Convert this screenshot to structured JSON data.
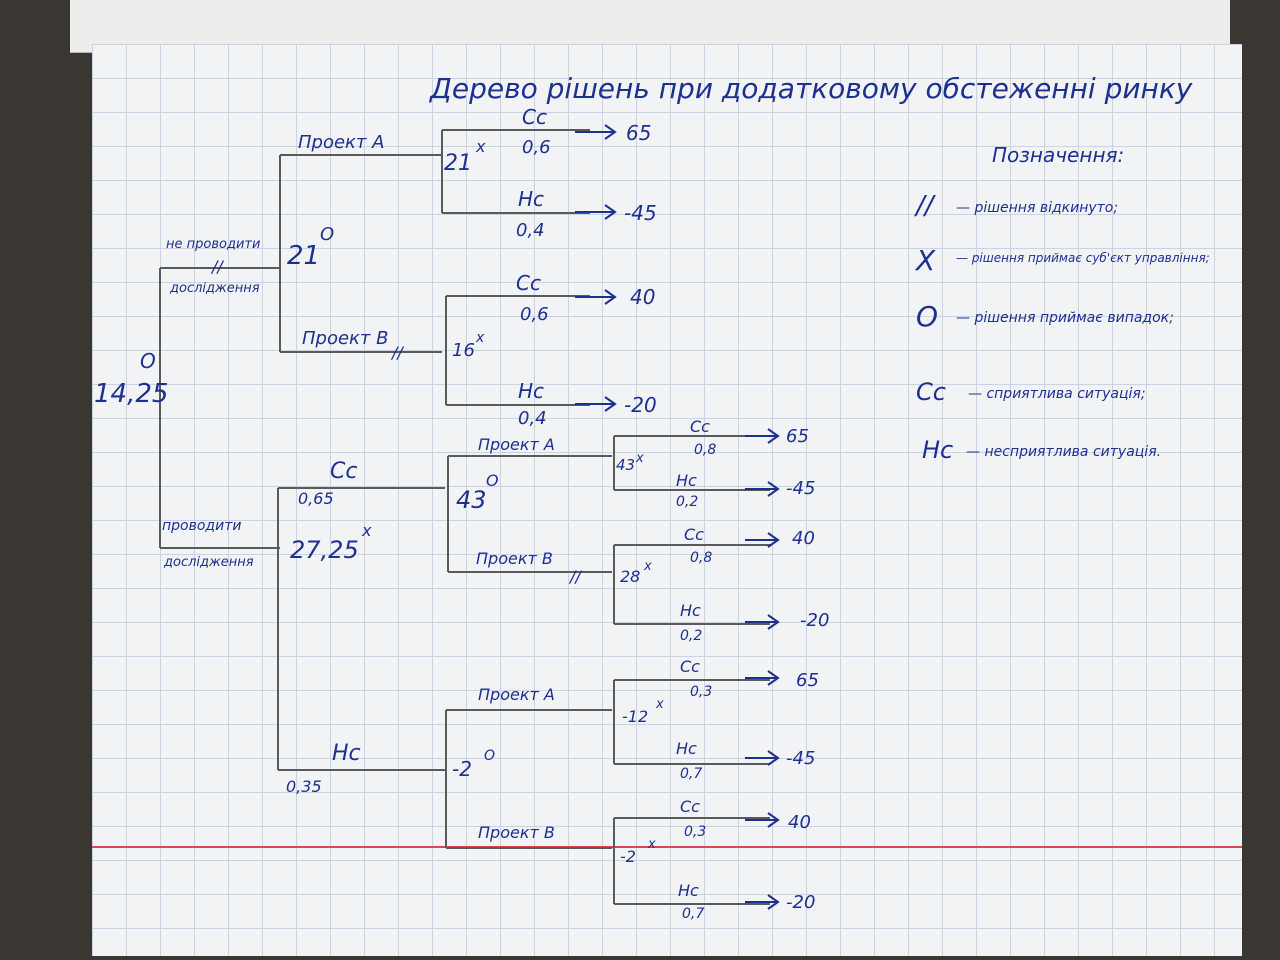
{
  "title": "Дерево рішень при додатковому обстеженні ринку",
  "legend": {
    "heading": "Позначення:",
    "items": [
      {
        "symbol": "//",
        "text": "— рішення відкинуто;"
      },
      {
        "symbol": "X",
        "text": "— рішення приймає суб'єкт управління;"
      },
      {
        "symbol": "O",
        "text": "— рішення приймає випадок;"
      },
      {
        "symbol": "Сс",
        "text": "— сприятлива ситуація;"
      },
      {
        "symbol": "Нс",
        "text": "— несприятлива ситуація."
      }
    ]
  },
  "tree": {
    "root_value": "14,25",
    "root_mark": "O",
    "no_research": {
      "label_top": "не проводити",
      "cut_mark": "//",
      "label_bottom": "дослідження",
      "node_value": "21",
      "node_mark": "O",
      "project_a": {
        "label": "Проект А",
        "node": "21",
        "mark": "x",
        "outcomes": [
          {
            "label": "Сс",
            "prob": "0,6",
            "value": "65"
          },
          {
            "label": "Нс",
            "prob": "0,4",
            "value": "-45"
          }
        ]
      },
      "project_b": {
        "label": "Проект В",
        "cut_mark": "//",
        "node": "16",
        "mark": "x",
        "outcomes": [
          {
            "label": "Сс",
            "prob": "0,6",
            "value": "40"
          },
          {
            "label": "Нс",
            "prob": "0,4",
            "value": "-20"
          }
        ]
      }
    },
    "research": {
      "label_top": "проводити",
      "label_bottom": "дослідження",
      "node_value": "27,25",
      "node_mark": "x",
      "favorable": {
        "label": "Сс",
        "prob": "0,65",
        "node": "43",
        "mark": "O",
        "project_a": {
          "label": "Проект А",
          "node": "43",
          "mark": "x",
          "outcomes": [
            {
              "label": "Сс",
              "prob": "0,8",
              "value": "65"
            },
            {
              "label": "Нс",
              "prob": "0,2",
              "value": "-45"
            }
          ]
        },
        "project_b": {
          "label": "Проект В",
          "cut_mark": "//",
          "node": "28",
          "mark": "x",
          "outcomes": [
            {
              "label": "Сс",
              "prob": "0,8",
              "value": "40"
            },
            {
              "label": "Нс",
              "prob": "0,2",
              "value": "-20"
            }
          ]
        }
      },
      "unfavorable": {
        "label": "Нс",
        "prob": "0,35",
        "node": "-2",
        "mark": "O",
        "project_a": {
          "label": "Проект А",
          "node": "-12",
          "mark": "x",
          "outcomes": [
            {
              "label": "Сс",
              "prob": "0,3",
              "value": "65"
            },
            {
              "label": "Нс",
              "prob": "0,7",
              "value": "-45"
            }
          ]
        },
        "project_b": {
          "label": "Проект В",
          "node": "-2",
          "mark": "x",
          "outcomes": [
            {
              "label": "Сс",
              "prob": "0,3",
              "value": "40"
            },
            {
              "label": "Нс",
              "prob": "0,7",
              "value": "-20"
            }
          ]
        }
      }
    }
  }
}
